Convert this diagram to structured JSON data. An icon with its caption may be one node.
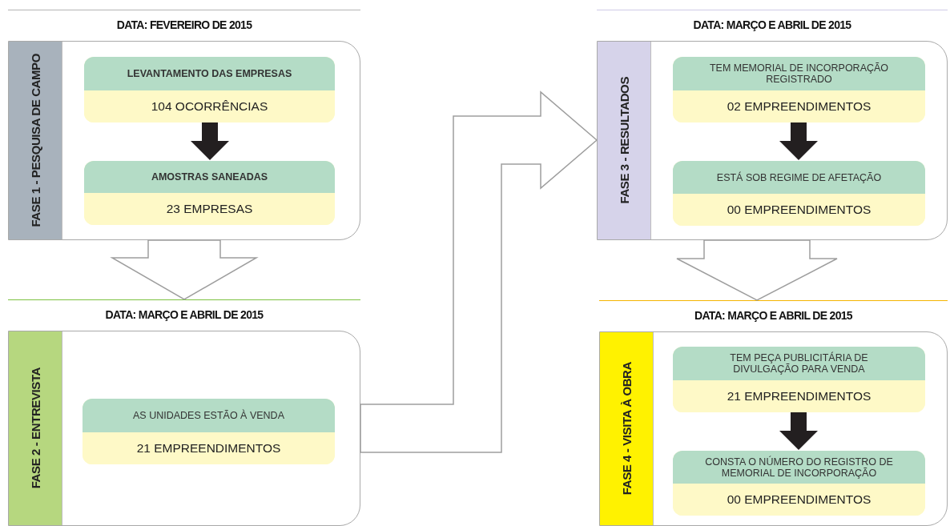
{
  "diagram": {
    "nodes": [
      {
        "text": [
          "DATA: FEVEREIRO DE 2015",
          "FASE 1 - PESQUISA DE CAMPO"
        ]
      },
      {
        "text": [
          "LEVANTAMENTO DAS EMPRESAS",
          "104 OCORRÊNCIAS"
        ],
        "in": 0
      },
      {
        "text": [
          "AMOSTRAS SANEADAS",
          "23 EMPRESAS"
        ],
        "in": 0
      },
      {
        "text": [
          "DATA: MARÇO E ABRIL DE 2015",
          "FASE 2 - ENTREVISTA"
        ]
      },
      {
        "text": [
          "AS UNIDADES ESTÃO À VENDA",
          "21 EMPREENDIMENTOS"
        ],
        "in": 3
      },
      {
        "text": [
          "DATA: MARÇO E ABRIL DE 2015",
          "FASE 3 - RESULTADOS"
        ]
      },
      {
        "text": [
          "TEM MEMORIAL DE INCORPORAÇÃO REGISTRADO",
          "02 EMPREENDIMENTOS"
        ],
        "in": 5
      },
      {
        "text": [
          "ESTÁ SOB REGIME DE AFETAÇÃO",
          "00 EMPREENDIMENTOS"
        ],
        "in": 5
      },
      {
        "text": [
          "DATA: MARÇO E ABRIL DE 2015",
          "FASE 4 - VISITA À OBRA"
        ]
      },
      {
        "text": [
          "TEM PEÇA PUBLICITÁRIA DE DIVULGAÇÃO PARA VENDA",
          "21 EMPREENDIMENTOS"
        ],
        "in": 8
      },
      {
        "text": [
          "CONSTA O NÚMERO DO REGISTRO DE MEMORIAL DE INCORPORAÇÃO",
          "00 EMPREENDIMENTOS"
        ],
        "in": 8
      }
    ],
    "edges": [
      {
        "from": 1,
        "to": 2,
        "arrow": "to",
        "style": "thick",
        "color": "#231f20"
      },
      {
        "from": 0,
        "to": 3,
        "arrow": "to"
      },
      {
        "from": 3,
        "to": 5,
        "arrow": "to"
      },
      {
        "from": 6,
        "to": 7,
        "arrow": "to",
        "style": "thick",
        "color": "#231f20"
      },
      {
        "from": 5,
        "to": 8,
        "arrow": "to"
      },
      {
        "from": 9,
        "to": 10,
        "arrow": "to",
        "style": "thick",
        "color": "#231f20"
      }
    ]
  }
}
